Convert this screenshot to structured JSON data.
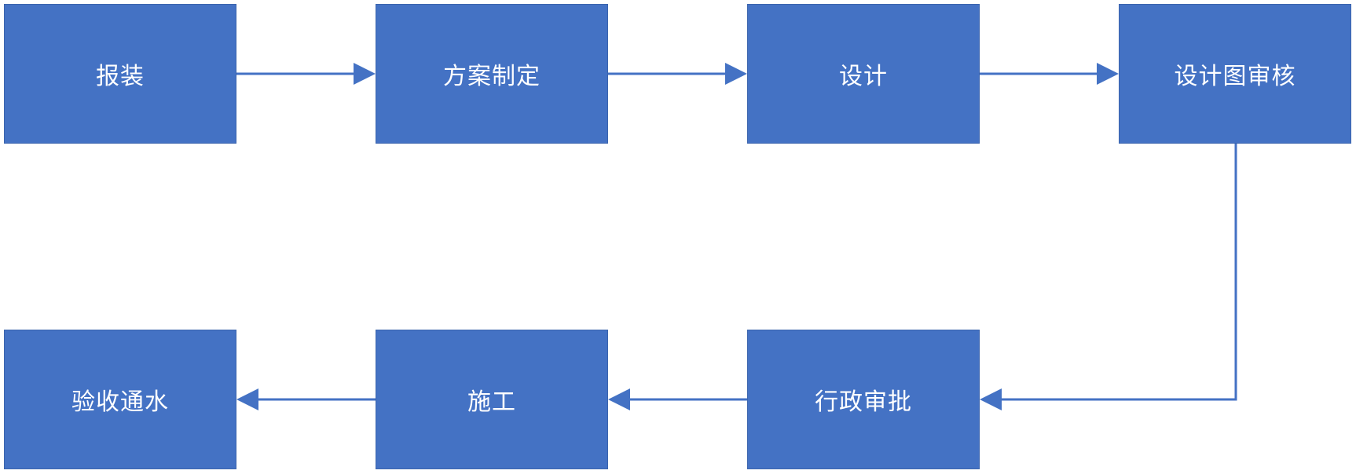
{
  "diagram": {
    "colors": {
      "node_fill": "#4472c4",
      "node_text": "#ffffff",
      "connector": "#4472c4"
    },
    "nodes": [
      {
        "id": "n1",
        "label": "报装"
      },
      {
        "id": "n2",
        "label": "方案制定"
      },
      {
        "id": "n3",
        "label": "设计"
      },
      {
        "id": "n4",
        "label": "设计图审核"
      },
      {
        "id": "n5",
        "label": "行政审批"
      },
      {
        "id": "n6",
        "label": "施工"
      },
      {
        "id": "n7",
        "label": "验收通水"
      }
    ],
    "edges": [
      {
        "from": "n1",
        "to": "n2"
      },
      {
        "from": "n2",
        "to": "n3"
      },
      {
        "from": "n3",
        "to": "n4"
      },
      {
        "from": "n4",
        "to": "n5"
      },
      {
        "from": "n5",
        "to": "n6"
      },
      {
        "from": "n6",
        "to": "n7"
      }
    ]
  }
}
